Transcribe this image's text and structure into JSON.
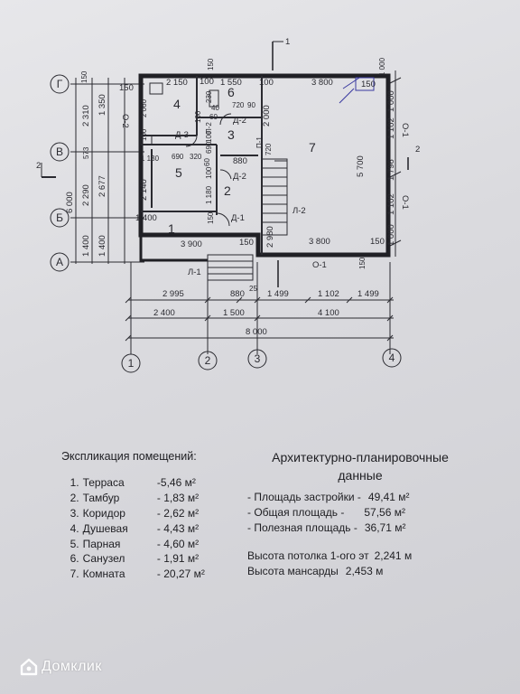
{
  "plan": {
    "axes": {
      "rows": [
        "Г",
        "В",
        "Б",
        "А"
      ],
      "cols": [
        "1",
        "2",
        "3",
        "4"
      ]
    },
    "section_mark": {
      "vertical": "1",
      "horizontal": "2"
    },
    "rooms": [
      "1",
      "2",
      "3",
      "4",
      "5",
      "6",
      "7"
    ],
    "doors": [
      "Д-1",
      "Д-2",
      "Д-2",
      "Д-3"
    ],
    "windows": [
      "О-1",
      "О-1",
      "О-1",
      "О-2"
    ],
    "stairs": [
      "Л-1",
      "Л-2"
    ],
    "partitions": [
      "П-1",
      "П-2"
    ],
    "dims_top": [
      "150",
      "2 150",
      "100",
      "1 550",
      "100",
      "3 800",
      "150",
      "150"
    ],
    "dims_top_inner": [
      "230",
      "40",
      "720",
      "90",
      "100",
      "60",
      "1 000"
    ],
    "dims_room4": [
      "2 060",
      "2 000"
    ],
    "dims_middle": [
      "690",
      "320",
      "60",
      "880",
      "1 130",
      "2 140",
      "1 180",
      "100",
      "690",
      "720",
      "100",
      "100"
    ],
    "dims_bottom_interior": [
      "3 900",
      "150",
      "3 800",
      "150",
      "2 980",
      "150",
      "150",
      "1 400"
    ],
    "dims_left_1": [
      "150",
      "2 310",
      "573",
      "2 290",
      "1 400"
    ],
    "dims_left_2": [
      "1 350",
      "2 677",
      "1 400"
    ],
    "dims_left_total": "6 000",
    "dims_right_1": [
      "1 000",
      "1 102",
      "1 796",
      "1 102",
      "1 000"
    ],
    "dims_right_room7": "5 700",
    "dims_chain_1": [
      "2 995",
      "880",
      "25",
      "1 499",
      "1 102",
      "1 499"
    ],
    "dims_chain_2": [
      "2 400",
      "1 500",
      "4 100"
    ],
    "dims_total": "8 000"
  },
  "explication": {
    "title": "Экспликация помещений:",
    "rooms": [
      {
        "num": "1.",
        "name": "Терраса",
        "area": "-5,46 м²"
      },
      {
        "num": "2.",
        "name": "Тамбур",
        "area": "- 1,83 м²"
      },
      {
        "num": "3.",
        "name": "Коридор",
        "area": "- 2,62 м²"
      },
      {
        "num": "4.",
        "name": "Душевая",
        "area": "- 4,43 м²"
      },
      {
        "num": "5.",
        "name": "Парная",
        "area": "- 4,60 м²"
      },
      {
        "num": "6.",
        "name": "Санузел",
        "area": "- 1,91 м²"
      },
      {
        "num": "7.",
        "name": "Комната",
        "area": "- 20,27 м²"
      }
    ]
  },
  "arch_data": {
    "title_line1": "Архитектурно-планировочные",
    "title_line2": "данные",
    "built_area_label": "- Площадь застройки -",
    "built_area_value": "49,41 м²",
    "total_area_label": "- Общая площадь -",
    "total_area_value": "57,56 м²",
    "useful_area_label": "- Полезная площадь -",
    "useful_area_value": "36,71 м²",
    "ceiling_label": "Высота потолка 1-ого эт",
    "ceiling_value": "2,241 м",
    "attic_label": "Высота мансарды",
    "attic_value": "2,453 м"
  },
  "watermark": {
    "text": "Домклик"
  }
}
